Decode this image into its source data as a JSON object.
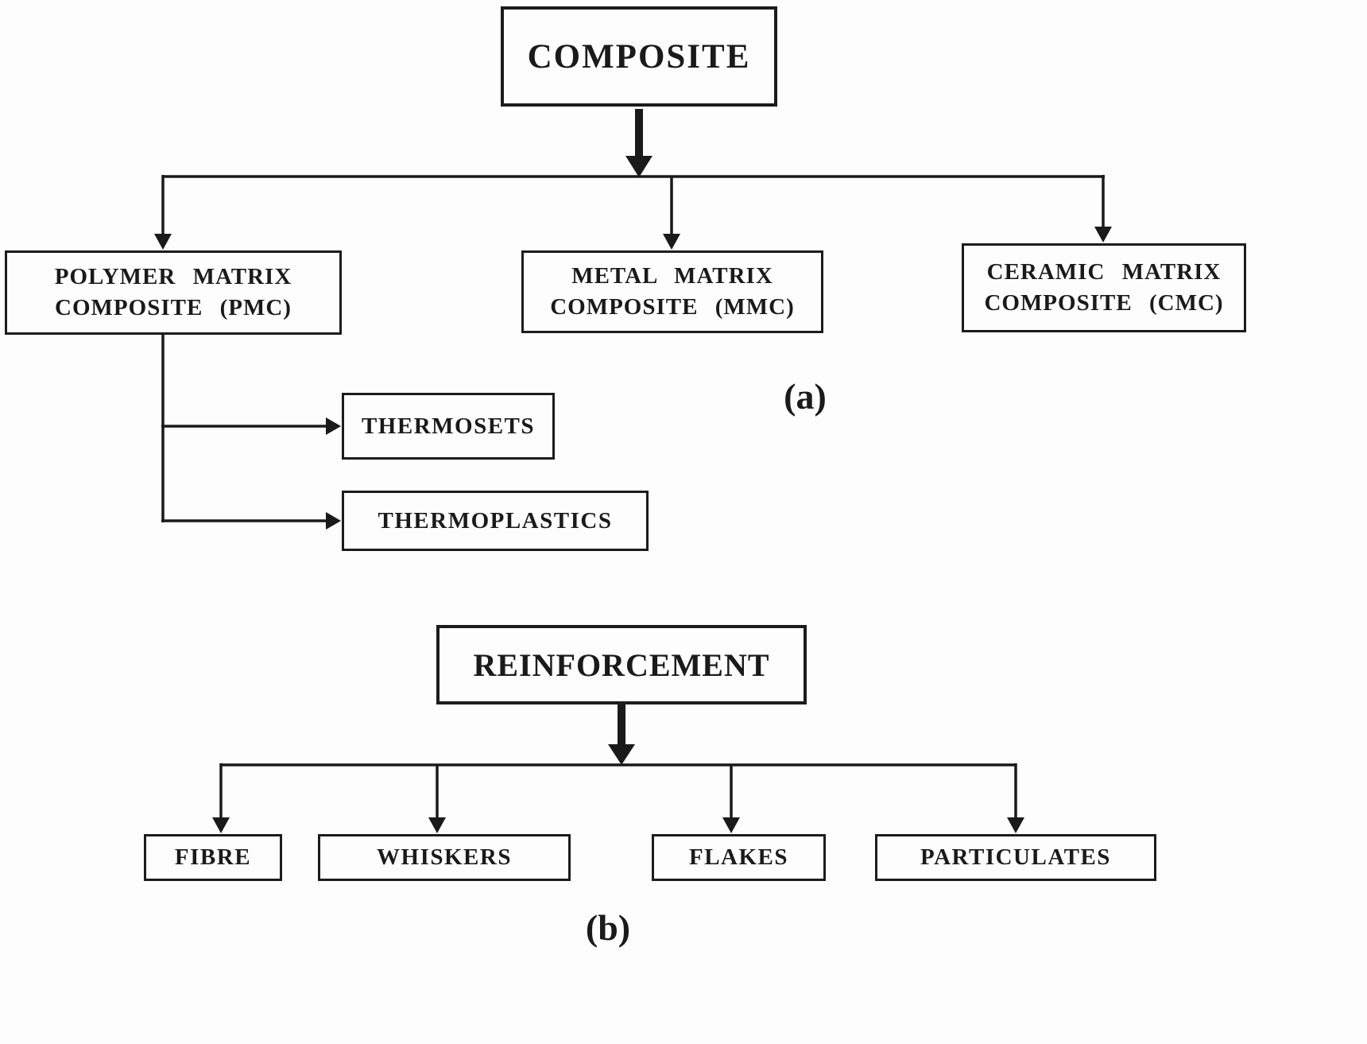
{
  "colors": {
    "line": "#1a1a1a",
    "text": "#1a1a1a",
    "background": "#fdfdfd"
  },
  "part_a": {
    "caption": "(a)",
    "root": {
      "label": "COMPOSITE"
    },
    "branches": {
      "pmc": {
        "line1": "POLYMER MATRIX",
        "line2": "COMPOSITE (PMC)"
      },
      "mmc": {
        "line1": "METAL MATRIX",
        "line2": "COMPOSITE (MMC)"
      },
      "cmc": {
        "line1": "CERAMIC MATRIX",
        "line2": "COMPOSITE (CMC)"
      }
    },
    "pmc_children": {
      "thermosets": "THERMOSETS",
      "thermoplastics": "THERMOPLASTICS"
    }
  },
  "part_b": {
    "caption": "(b)",
    "root": {
      "label": "REINFORCEMENT"
    },
    "branches": {
      "fibre": "FIBRE",
      "whiskers": "WHISKERS",
      "flakes": "FLAKES",
      "particulates": "PARTICULATES"
    }
  }
}
